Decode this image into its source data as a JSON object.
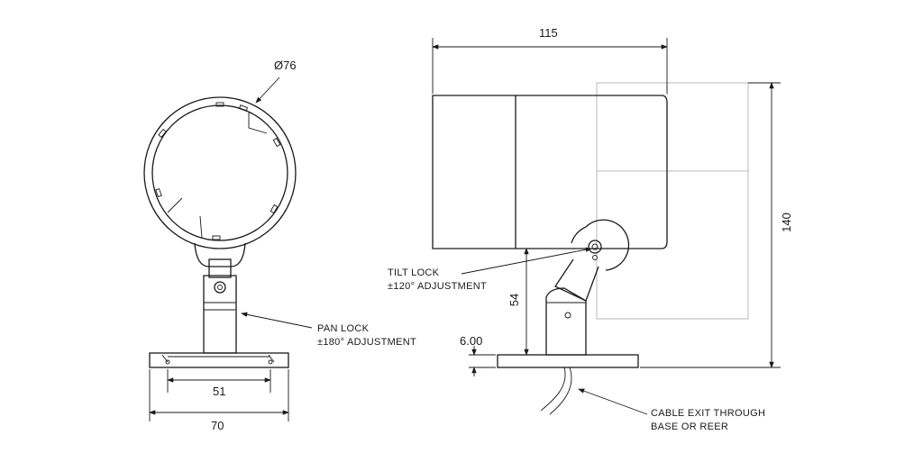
{
  "dimensions": {
    "diameter": "Ø76",
    "base_inner_width": "51",
    "base_outer_width": "70",
    "body_length": "115",
    "total_height": "140",
    "pivot_height": "54",
    "base_thickness": "6.00"
  },
  "annotations": {
    "pan_lock": {
      "line1": "PAN LOCK",
      "line2": "±180° ADJUSTMENT"
    },
    "tilt_lock": {
      "line1": "TILT LOCK",
      "line2": "±120° ADJUSTMENT"
    },
    "cable_exit": {
      "line1": "CABLE EXIT THROUGH",
      "line2": "BASE OR REER"
    }
  },
  "colors": {
    "line": "#1a1a1a",
    "ghost": "#b9b9b9",
    "background": "#ffffff"
  }
}
